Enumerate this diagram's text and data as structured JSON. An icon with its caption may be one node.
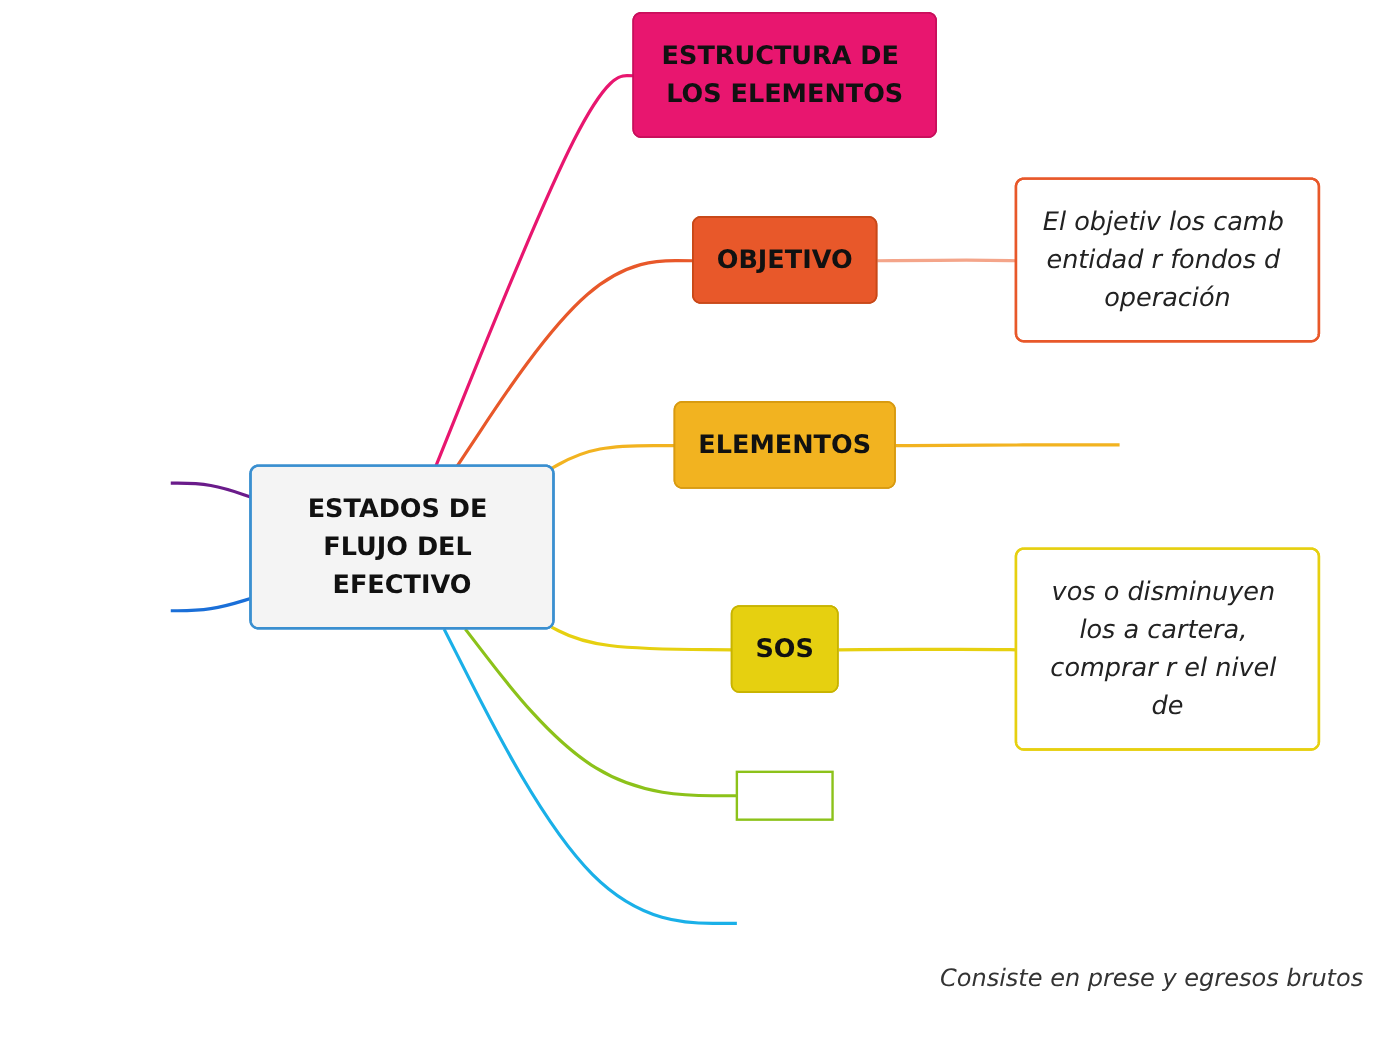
{
  "diagram": {
    "nodes": [
      {
        "text": [
          "ESTADOS DE FLUJO DEL EFECTIVO"
        ]
      },
      {
        "text": [
          "ESTRUCTURA DE LOS ELEMENTOS"
        ]
      },
      {
        "text": [
          "OBJETIVO"
        ]
      },
      {
        "text": [
          "El objetiv los camb entidad r fondos d operación"
        ]
      },
      {
        "text": [
          "ELEMENTOS"
        ]
      },
      {
        "text": [
          "SOS"
        ]
      },
      {
        "text": [
          "vos o disminuyen los a cartera, comprar r el nivel de"
        ]
      },
      {
        "text": [],
        "shape": "box"
      }
    ],
    "edges": [
      {
        "from": 0,
        "to": 1,
        "arrow": "none",
        "color": "#e8166f"
      },
      {
        "from": null,
        "to": 0,
        "arrow": "none",
        "color": "#6a1b8a"
      },
      {
        "from": null,
        "to": 0,
        "arrow": "none",
        "color": "#1a6fd8"
      },
      {
        "from": 0,
        "to": 2,
        "arrow": "none",
        "color": "#e8582a"
      },
      {
        "from": 2,
        "to": 3,
        "arrow": "none",
        "color": "#f4a58a"
      },
      {
        "from": 0,
        "to": 4,
        "arrow": "none",
        "color": "#f2b320"
      },
      {
        "from": 4,
        "to": null,
        "arrow": "none",
        "color": "#f2b320"
      },
      {
        "from": 0,
        "to": null,
        "arrow": "none",
        "color": "#1ab0e8"
      },
      {
        "from": 0,
        "to": 7,
        "arrow": "none",
        "color": "#8cc21a"
      },
      {
        "from": 0,
        "to": 5,
        "arrow": "none",
        "color": "#e6d010"
      },
      {
        "from": 5,
        "to": 6,
        "arrow": "none",
        "color": "#e6d010"
      }
    ],
    "labels": [
      "Consiste en prese y egresos brutos"
    ]
  }
}
